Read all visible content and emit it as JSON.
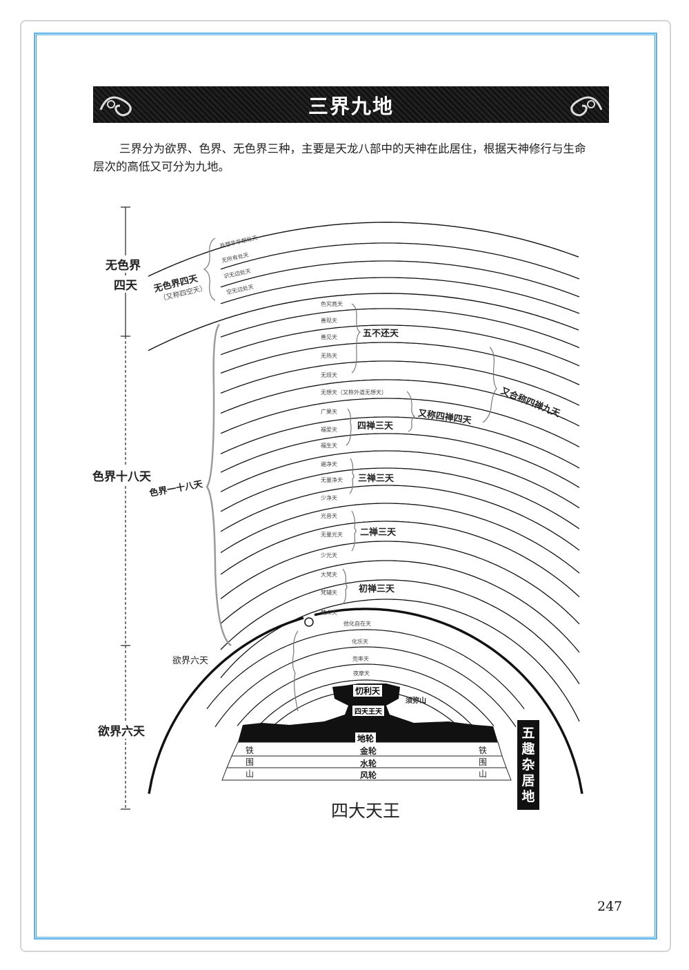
{
  "title": "三界九地",
  "intro": "三界分为欲界、色界、无色界三种，主要是天龙八部中的天神在此居住，根据天神修行与生命层次的高低又可分为九地。",
  "axis": {
    "wuse": [
      "无色界",
      "四天"
    ],
    "se": "色界十八天",
    "yu": "欲界六天"
  },
  "wuse": {
    "group": "无色界四天",
    "group_note": "（又称四空天）",
    "heavens": [
      "非想非非想处天",
      "无所有处天",
      "识无边处天",
      "空无边处天"
    ]
  },
  "se": {
    "group": "色界一十八天",
    "heavens": [
      "色究竟天",
      "善现天",
      "善见天",
      "无热天",
      "无烦天",
      "无想天（又称外道无想天）",
      "广果天",
      "福爱天",
      "福生天",
      "遍净天",
      "无量净天",
      "少净天",
      "光音天",
      "无量光天",
      "少光天",
      "大梵天",
      "梵辅天",
      "梵众天"
    ],
    "subgroups": [
      "五不还天",
      "四禅三天",
      "又称四禅四天",
      "又合称四禅九天",
      "三禅三天",
      "二禅三天",
      "初禅三天"
    ]
  },
  "yu": {
    "group": "欲界六天",
    "heavens": [
      "他化自在天",
      "化乐天",
      "兜率天",
      "夜摩天"
    ],
    "trayastrimsa": "忉利天",
    "sumeru": "须弥山",
    "four_kings_heaven": "四天王天"
  },
  "earth": {
    "wheels": [
      "地轮",
      "金轮",
      "水轮",
      "风轮"
    ],
    "iron_mountain": [
      "铁",
      "围",
      "山"
    ]
  },
  "bottom_label": "四大天王",
  "side_label": "五趣杂居地",
  "page_number": "247"
}
